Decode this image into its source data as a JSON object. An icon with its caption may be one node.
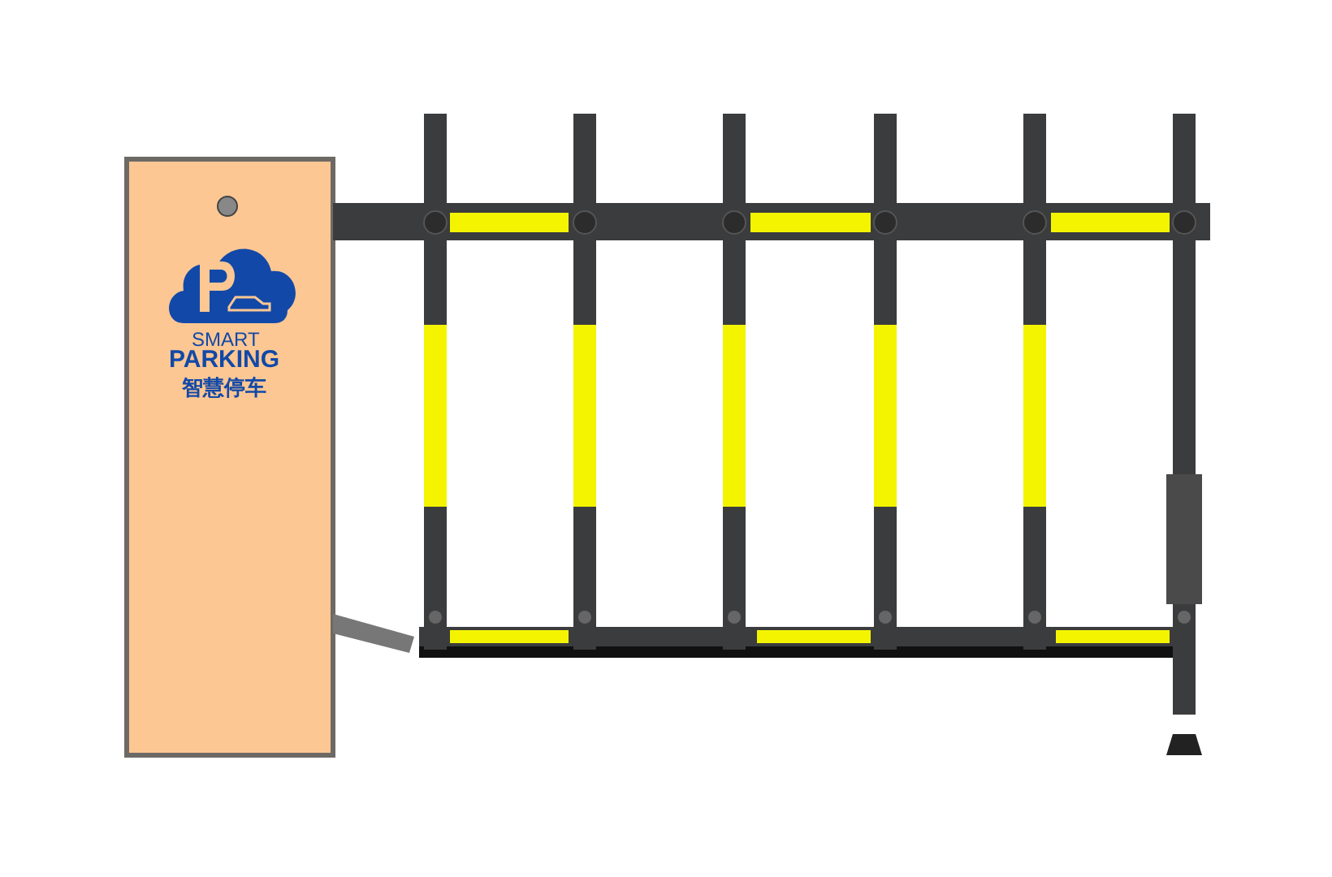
{
  "diagram": {
    "labels": [
      "SMART",
      "PARKING",
      "智慧停车"
    ]
  }
}
